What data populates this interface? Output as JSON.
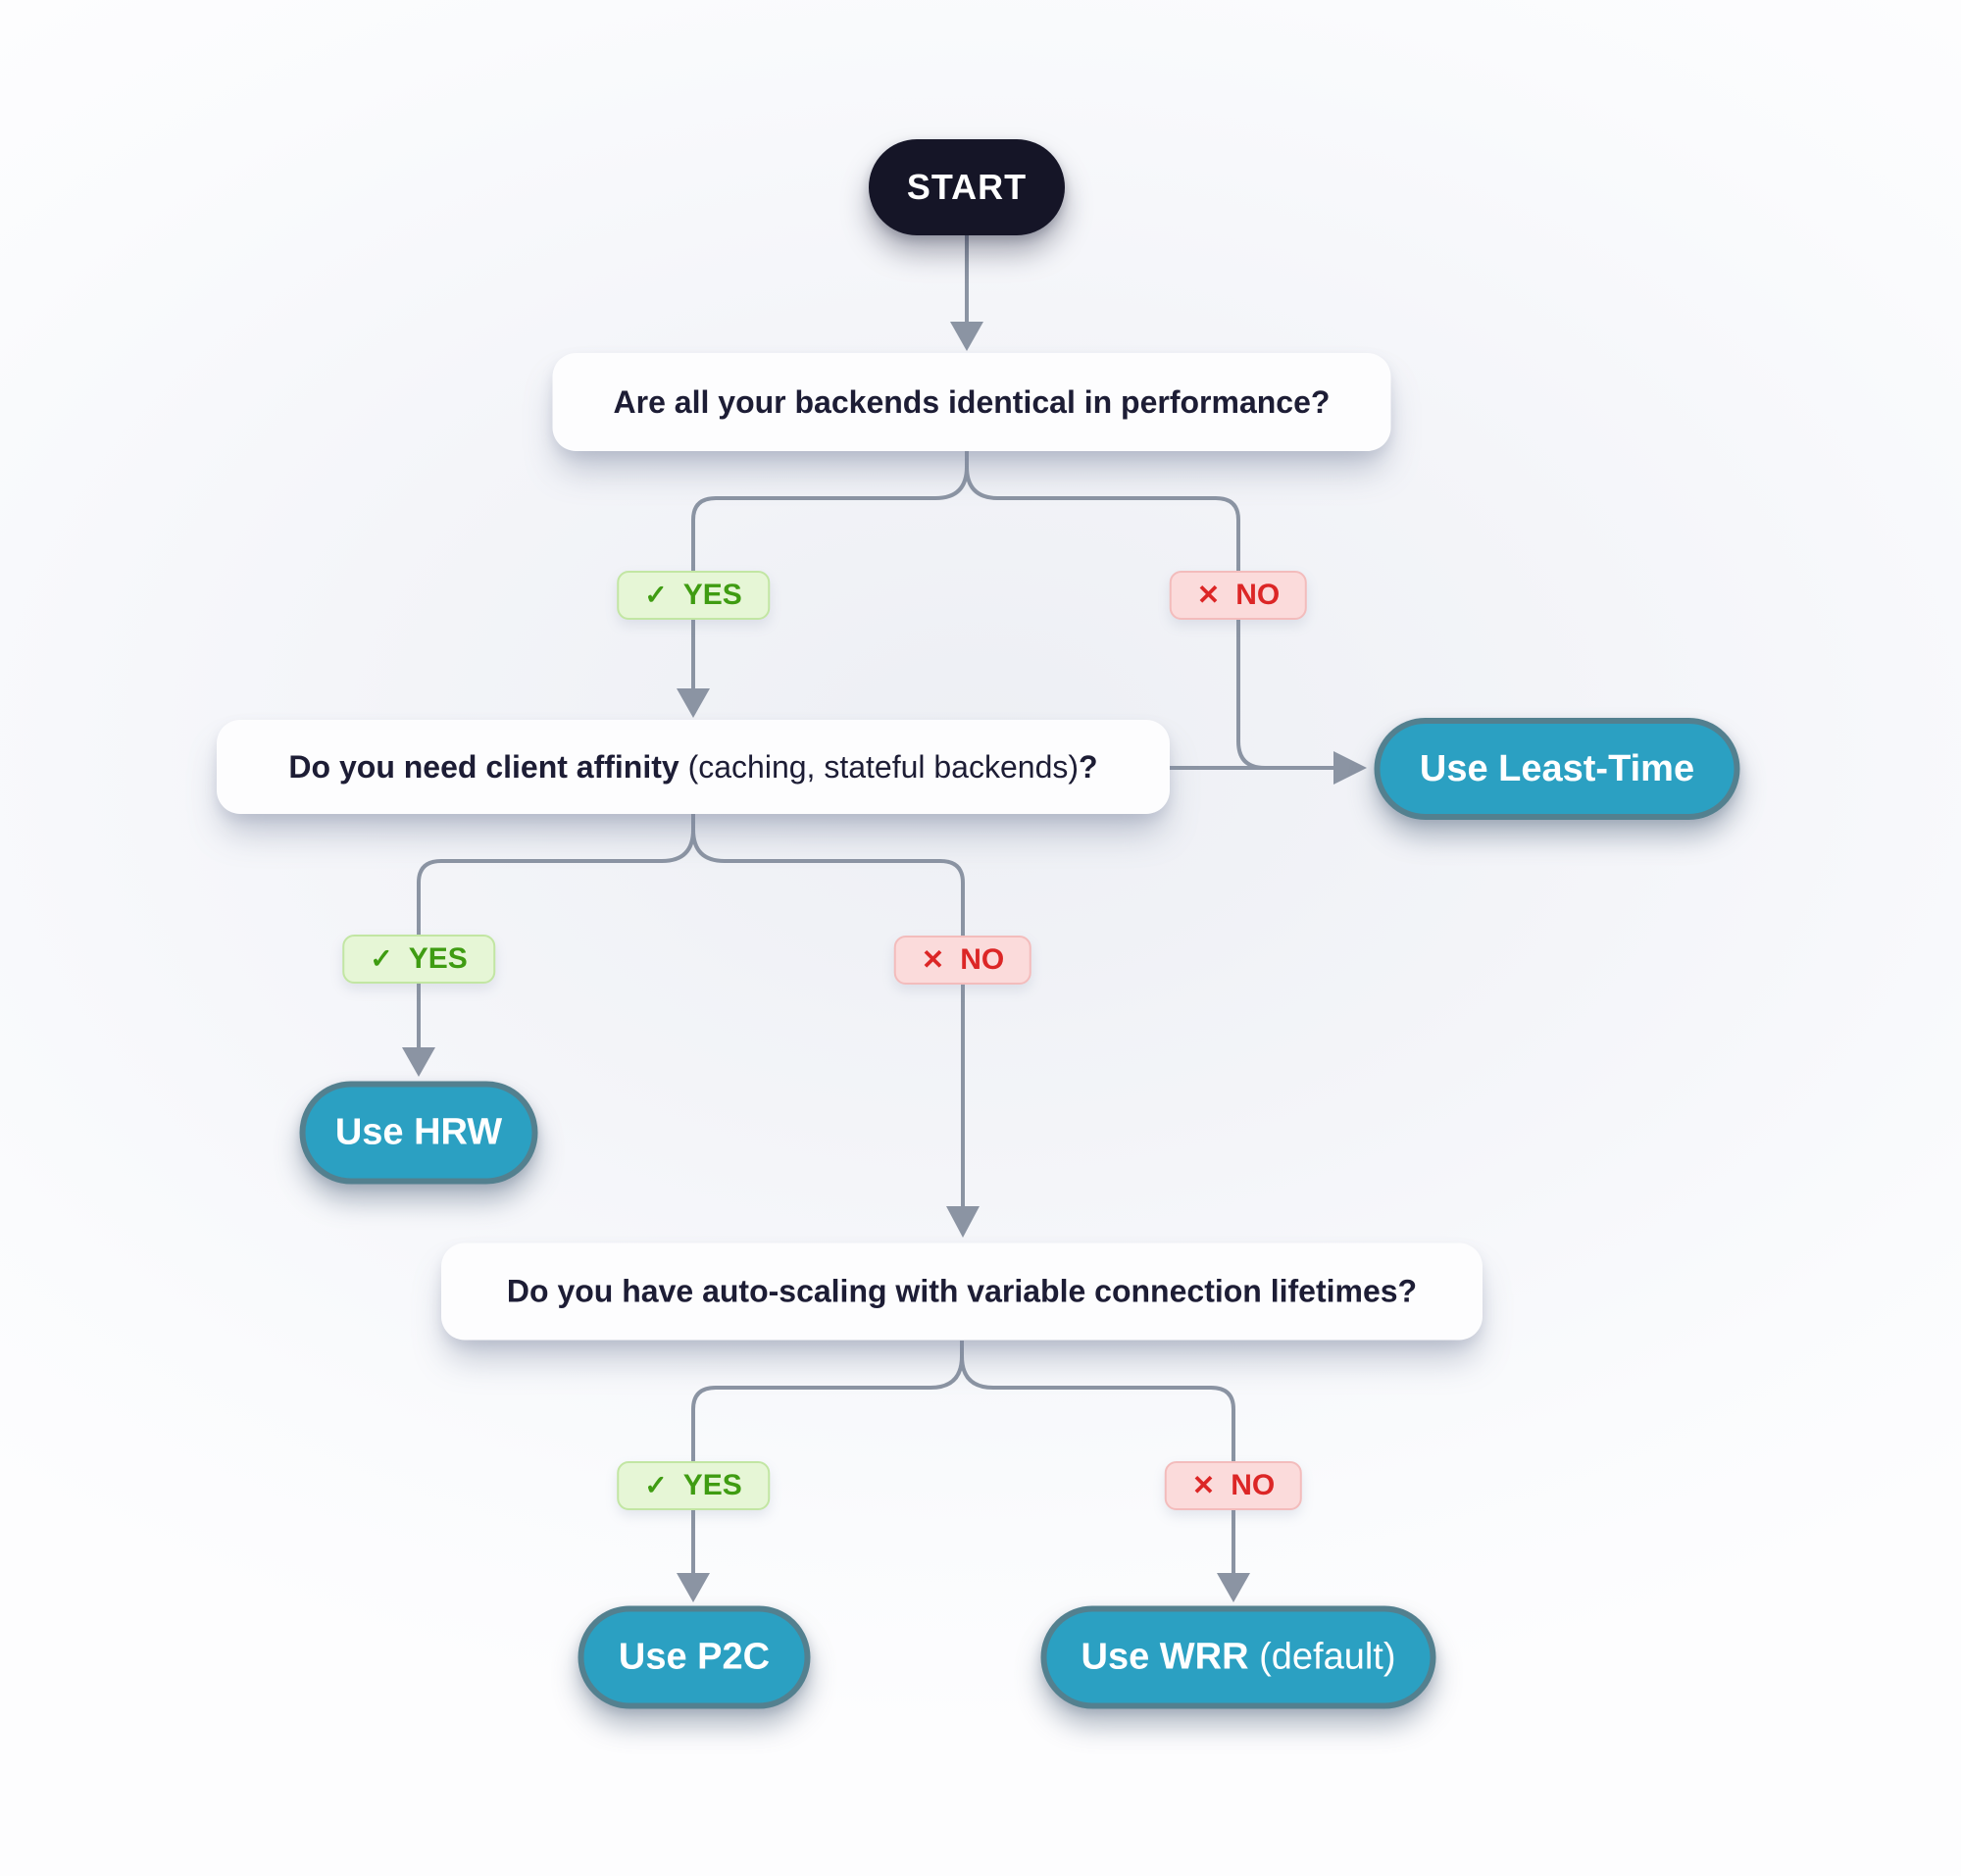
{
  "flowchart": {
    "title_hint": "Load balancing algorithm decision flowchart",
    "start_label": "START",
    "labels": {
      "yes": "YES",
      "no": "NO",
      "yes_icon": "✓",
      "no_icon": "✕"
    },
    "questions": [
      {
        "id": "q1",
        "text": "Are all your backends identical in performance?"
      },
      {
        "id": "q2",
        "bold": "Do you need client affinity",
        "regular": " (caching, stateful backends)",
        "bold_suffix": "?"
      },
      {
        "id": "q3",
        "text": "Do you have auto-scaling with variable connection lifetimes?"
      }
    ],
    "results": [
      {
        "id": "least_time",
        "text": "Use Least-Time"
      },
      {
        "id": "hrw",
        "text": "Use HRW"
      },
      {
        "id": "p2c",
        "text": "Use P2C"
      },
      {
        "id": "wrr",
        "bold": "Use WRR",
        "regular": " (default)"
      }
    ],
    "edges": [
      {
        "from": "start",
        "to": "q1",
        "label": ""
      },
      {
        "from": "q1",
        "to": "q2",
        "label": "YES"
      },
      {
        "from": "q1",
        "to": "least_time",
        "label": "NO"
      },
      {
        "from": "q2",
        "to": "hrw",
        "label": "YES"
      },
      {
        "from": "q2",
        "to": "q3",
        "label": "NO"
      },
      {
        "from": "q3",
        "to": "p2c",
        "label": "YES"
      },
      {
        "from": "q3",
        "to": "wrr",
        "label": "NO"
      }
    ],
    "colors": {
      "start_bg": "#151527",
      "question_bg": "#fdfdfe",
      "question_text": "#1d1d35",
      "result_bg": "#2ba0c2",
      "result_border": "#53808f",
      "yes_bg": "#e6f6d6",
      "yes_border": "#c2e6a3",
      "yes_text": "#3f9c12",
      "no_bg": "#fbdbdb",
      "no_border": "#f3bcbc",
      "no_text": "#dc2626",
      "connector": "#8b94a3",
      "background": "#f4f5f9"
    }
  }
}
